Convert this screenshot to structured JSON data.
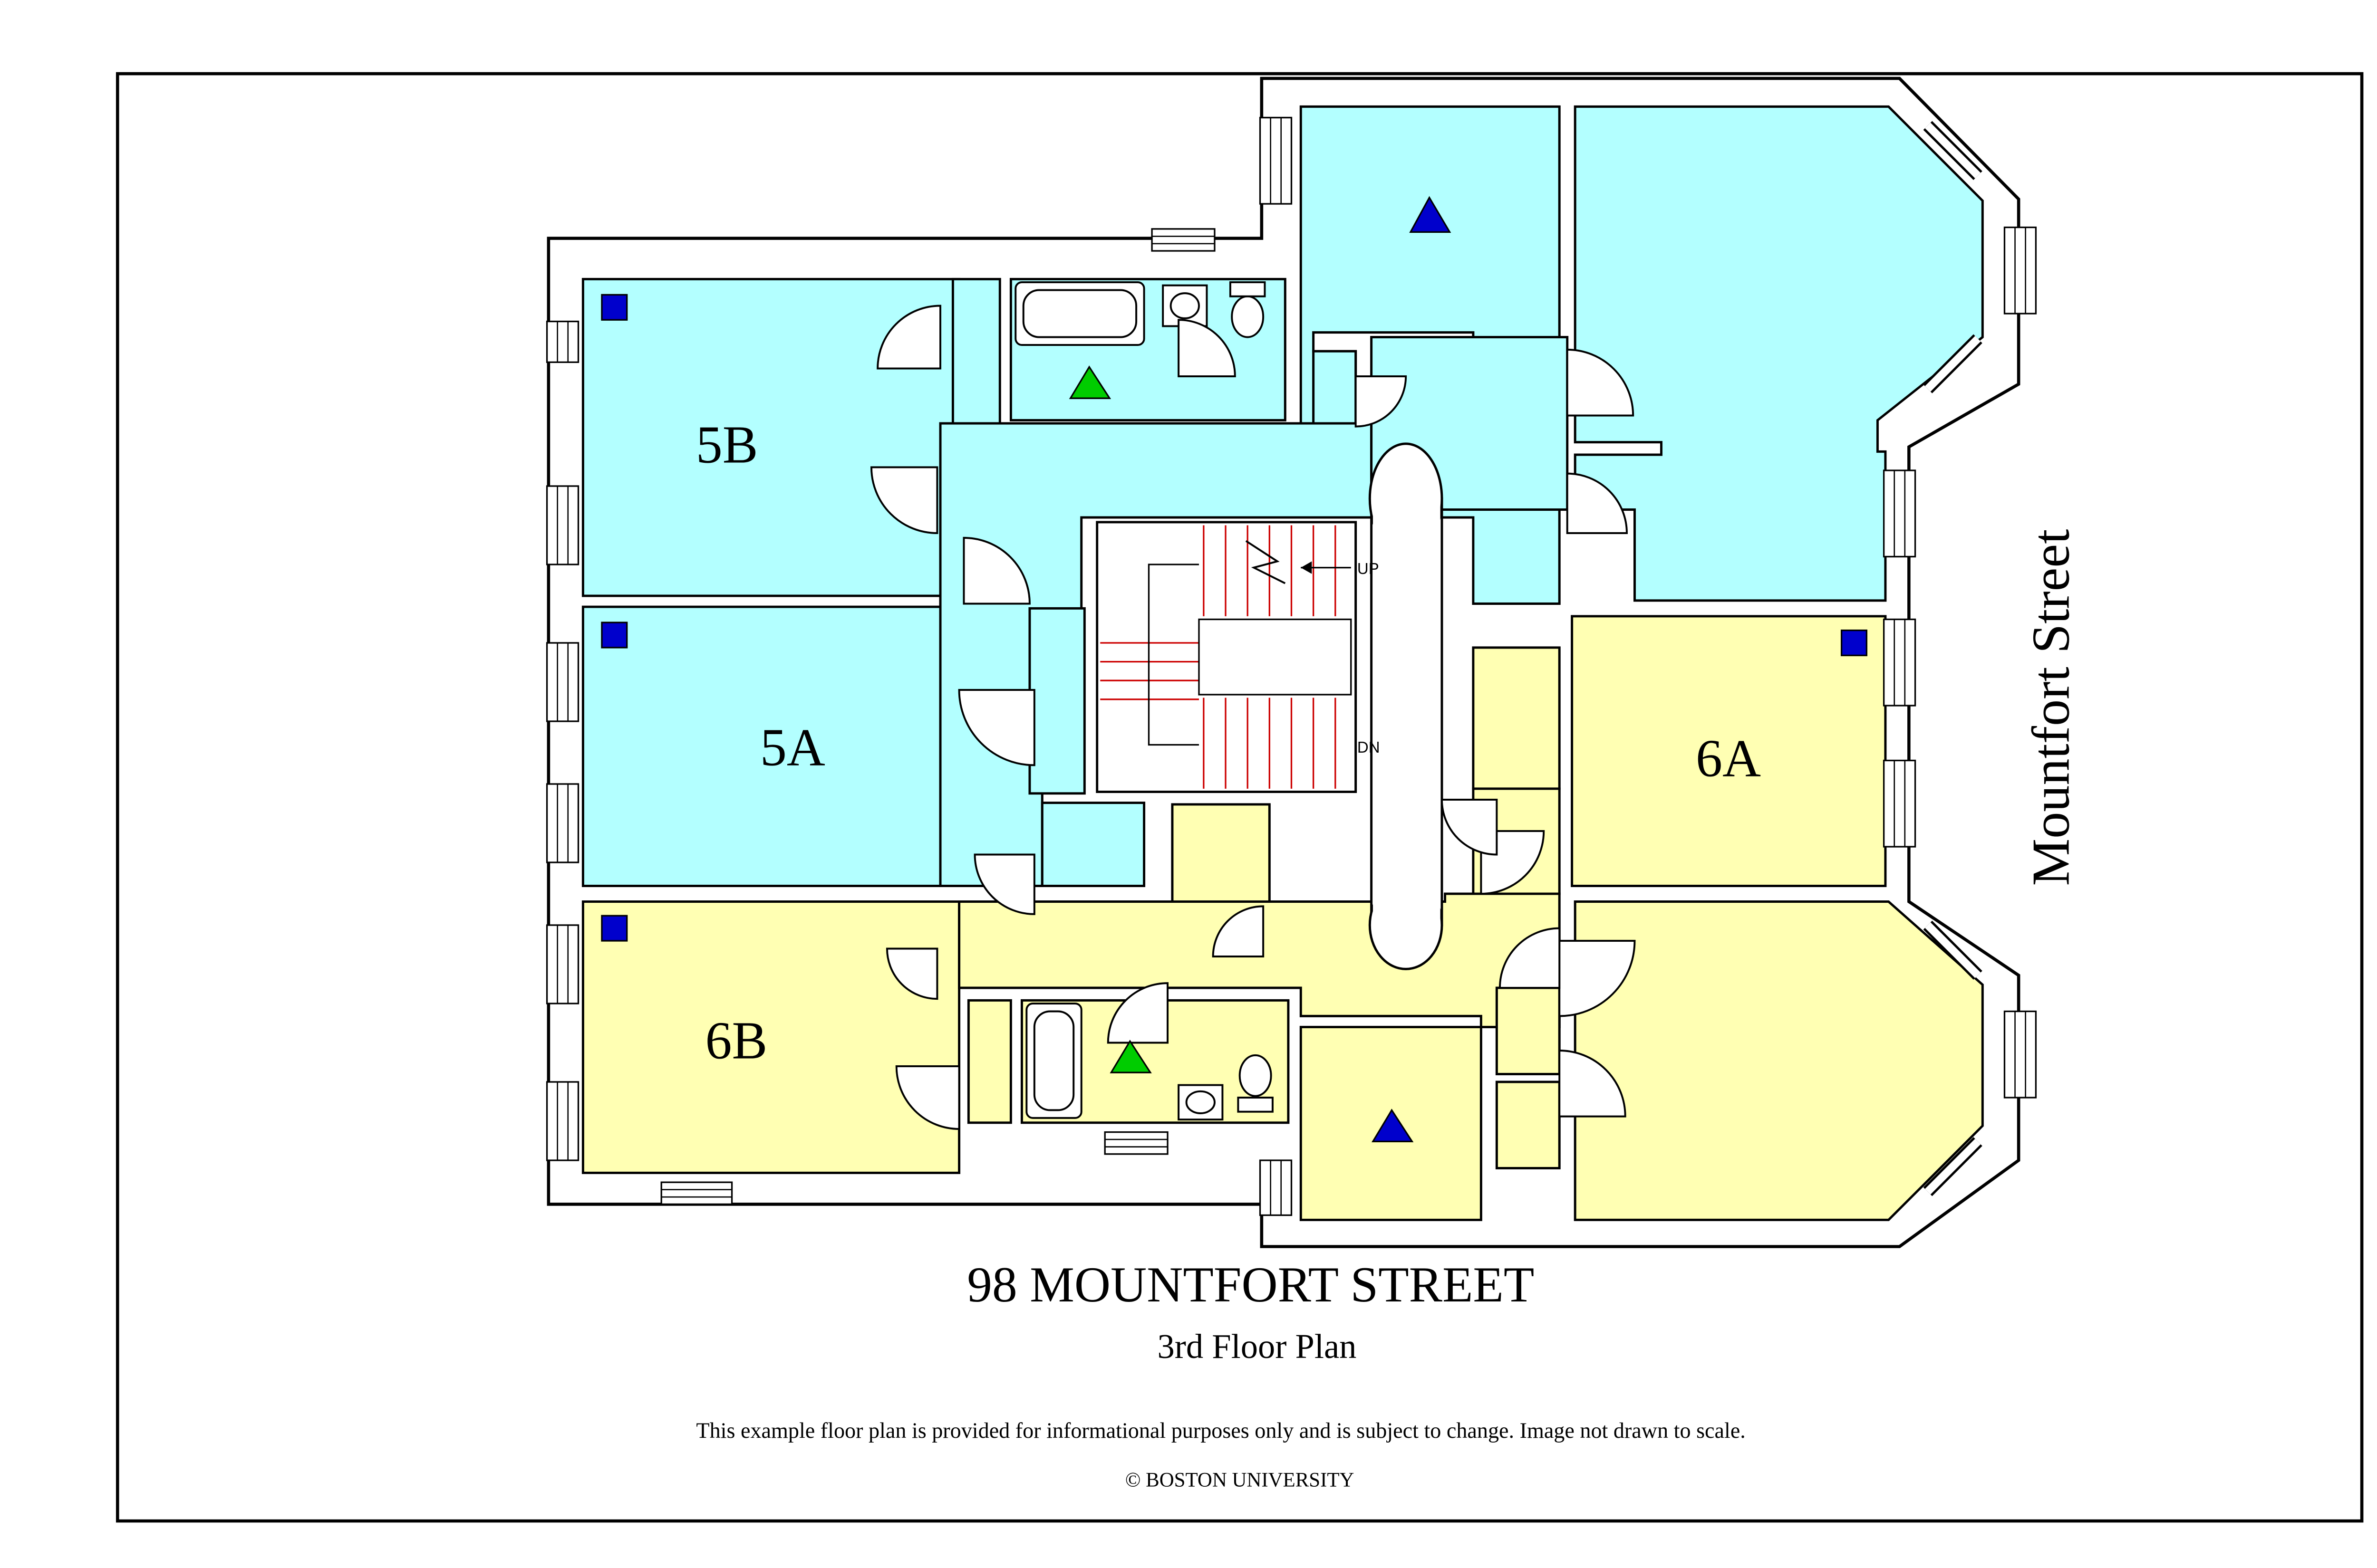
{
  "colors": {
    "apartment_5": "#b3ffff",
    "apartment_6": "#ffffb3",
    "wall": "#000000",
    "window_fill": "#ffffff",
    "stair_lines": "#cc0000",
    "marker_square": "#0000cc",
    "marker_triangle_blue": "#0000cc",
    "marker_triangle_green": "#00cc00"
  },
  "units": {
    "u5b": "5B",
    "u5a": "5A",
    "u6a": "6A",
    "u6b": "6B"
  },
  "stairs": {
    "up": "UP",
    "dn": "DN"
  },
  "street": "Mountfort Street",
  "title": "98 MOUNTFORT STREET",
  "subtitle": "3rd Floor Plan",
  "disclaimer": "This example floor plan is provided for informational purposes only and is subject to change. Image not drawn to scale.",
  "copyright": "© BOSTON UNIVERSITY",
  "legend_icons": [
    "bedroom-square-icon",
    "bathroom-triangle-icon",
    "kitchen-triangle-icon",
    "toilet-icon",
    "bathtub-icon",
    "sink-icon"
  ]
}
